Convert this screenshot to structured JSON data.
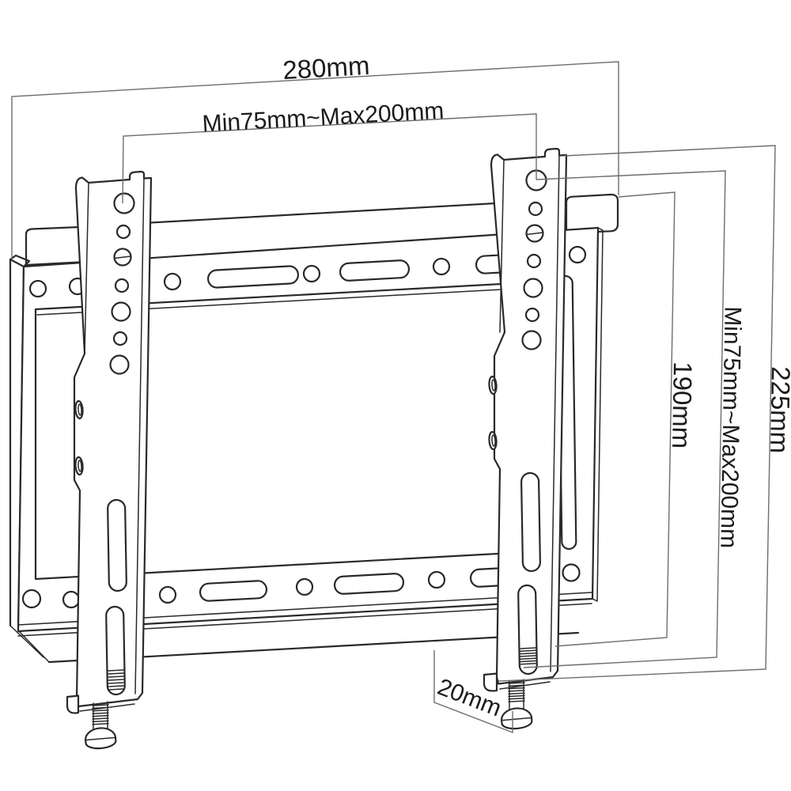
{
  "diagram": {
    "type": "technical-drawing",
    "background_color": "#ffffff",
    "object_line_color": "#2b2829",
    "dimension_line_color": "#6f6c6d",
    "labels": {
      "top_width": "280mm",
      "vesa_width_range": "Min75mm~Max200mm",
      "plate_height": "190mm",
      "vesa_height_range": "Min75mm~Max200mm",
      "bracket_height": "225mm",
      "depth": "20mm"
    }
  }
}
